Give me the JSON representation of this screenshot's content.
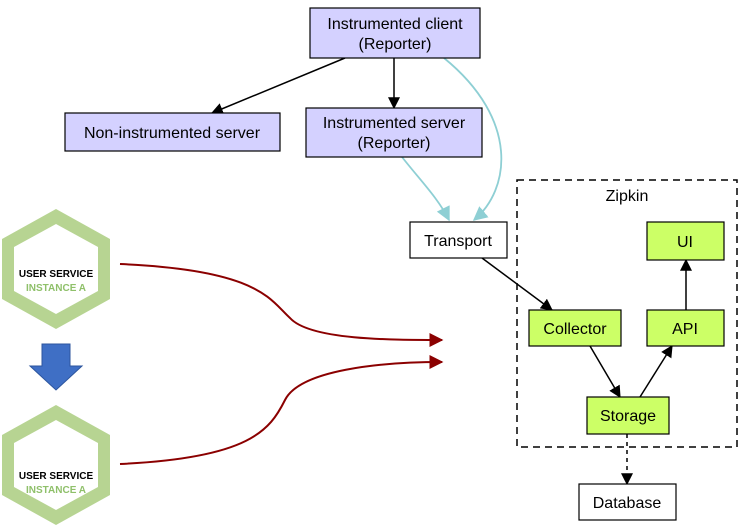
{
  "colors": {
    "client_fill": "#d4d1ff",
    "zipkin_fill": "#ccff66",
    "teal_arrow": "#8ecfd4",
    "red_arrow": "#8b0000",
    "hex_outer": "#b7d492",
    "hex_inner": "#ffffff",
    "instance_text": "#8fc06a",
    "down_arrow": "#3f6fc5"
  },
  "nodes": {
    "instrumented_client": {
      "line1": "Instrumented client",
      "line2": "(Reporter)"
    },
    "non_instrumented_server": {
      "label": "Non-instrumented server"
    },
    "instrumented_server": {
      "line1": "Instrumented server",
      "line2": "(Reporter)"
    },
    "transport": {
      "label": "Transport"
    },
    "zipkin": {
      "label": "Zipkin"
    },
    "ui": {
      "label": "UI"
    },
    "collector": {
      "label": "Collector"
    },
    "api": {
      "label": "API"
    },
    "storage": {
      "label": "Storage"
    },
    "database": {
      "label": "Database"
    }
  },
  "services": [
    {
      "title": "USER SERVICE",
      "subtitle": "INSTANCE A"
    },
    {
      "title": "USER SERVICE",
      "subtitle": "INSTANCE A"
    }
  ],
  "icons": {
    "down_arrow": "down-arrow-icon",
    "hexagon": "hexagon-icon"
  }
}
